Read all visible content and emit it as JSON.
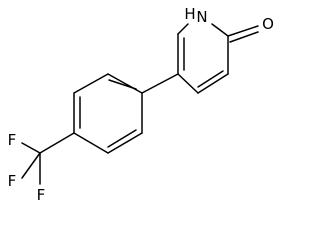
{
  "molecule": {
    "atom_labels": {
      "nh": "H",
      "n": "N",
      "o": "O",
      "f1": "F",
      "f2": "F",
      "f3": "F"
    }
  }
}
